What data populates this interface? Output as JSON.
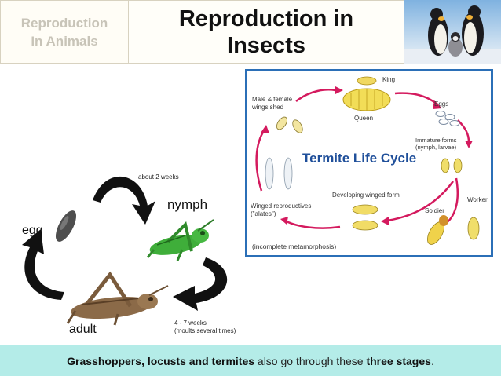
{
  "header": {
    "section_line1": "Reproduction",
    "section_line2": "In Animals",
    "title_line1": "Reproduction in",
    "title_line2": "Insects"
  },
  "grasshopper_cycle": {
    "stage_egg": "egg",
    "stage_nymph": "nymph",
    "stage_adult": "adult",
    "duration_egg_to_nymph": "about 2 weeks",
    "duration_nymph_to_adult": "4 - 7 weeks",
    "moult_note": "(moults several times)"
  },
  "termite_cycle": {
    "title": "Termite Life Cycle",
    "king": "King",
    "queen": "Queen",
    "eggs": "Eggs",
    "male_female_line1": "Male & female",
    "male_female_line2": "wings shed",
    "immature_line1": "Immature forms",
    "immature_line2": "(nymph, larvae)",
    "worker": "Worker",
    "soldier": "Soldier",
    "developing": "Developing winged form",
    "winged_line1": "Winged reproductives",
    "winged_line2": "(\"alates\")",
    "metamorphosis": "(incomplete metamorphosis)"
  },
  "caption": {
    "bold1": "Grasshoppers, locusts and termites",
    "plain": " also go through these ",
    "bold2": "three stages",
    "end": "."
  },
  "colors": {
    "caption_bg": "#b4ece8",
    "termite_border": "#2b6fb7",
    "cycle_arrow": "#d41a5e",
    "title_blue": "#1f4f9a"
  }
}
